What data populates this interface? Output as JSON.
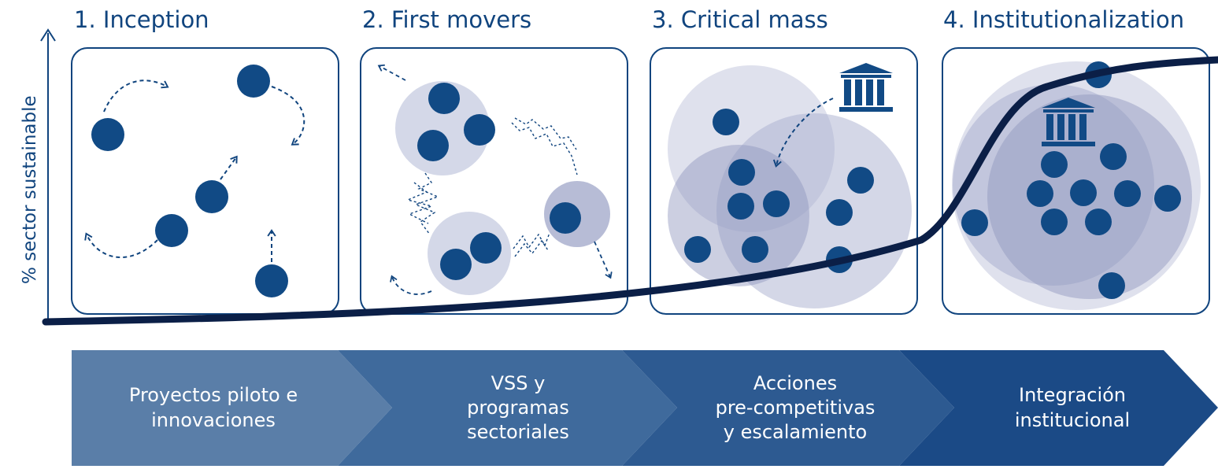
{
  "axis": {
    "y_label": "% sector sustainable"
  },
  "stages": [
    {
      "title": "1. Inception",
      "phase": "Proyectos piloto e\ninnovaciones",
      "arrow_color": "#5a7ea8"
    },
    {
      "title": "2. First movers",
      "phase": "VSS y\nprogramas\nsectoriales",
      "arrow_color": "#3f6a9c"
    },
    {
      "title": "3. Critical mass",
      "phase": "Acciones\npre-competitivas\ny escalamiento",
      "arrow_color": "#2d5a91"
    },
    {
      "title": "4. Institutionalization",
      "phase": "Integración\ninstitucional",
      "arrow_color": "#1b4a86"
    }
  ],
  "colors": {
    "node": "#114a85",
    "curve": "#0b1f47",
    "box_border": "#10447e",
    "cluster": "#c6cbe0"
  },
  "icons": [
    "institution-icon",
    "arrow-dashed-icon"
  ]
}
